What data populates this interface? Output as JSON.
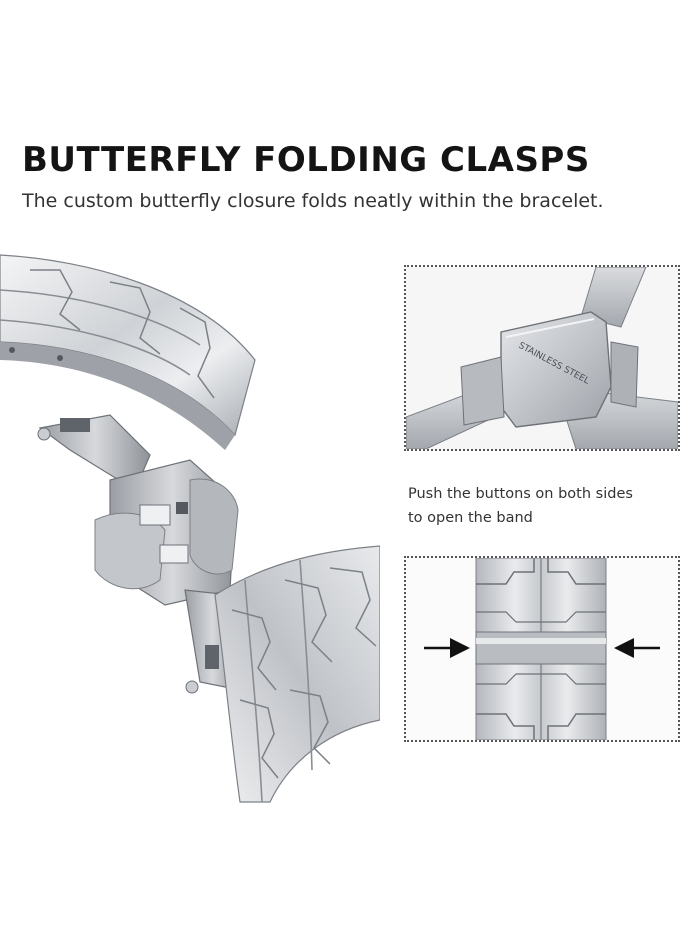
{
  "heading": {
    "title": "BUTTERFLY FOLDING CLASPS",
    "subtitle": "The custom butterfly closure folds neatly within the bracelet."
  },
  "clasp_closeup": {
    "engraving": "STAINLESS STEEL"
  },
  "caption": {
    "line1": "Push the buttons on both sides",
    "line2": "to open the band"
  },
  "icons": {
    "main": "open-butterfly-clasp-photo",
    "closeup": "closed-clasp-closeup",
    "buttons": "push-arrows"
  },
  "colors": {
    "steel_light": "#e9eaec",
    "steel_mid": "#b9bcc1",
    "steel_dark": "#7c8087",
    "text": "#1a1a1a",
    "border": "#555555"
  }
}
